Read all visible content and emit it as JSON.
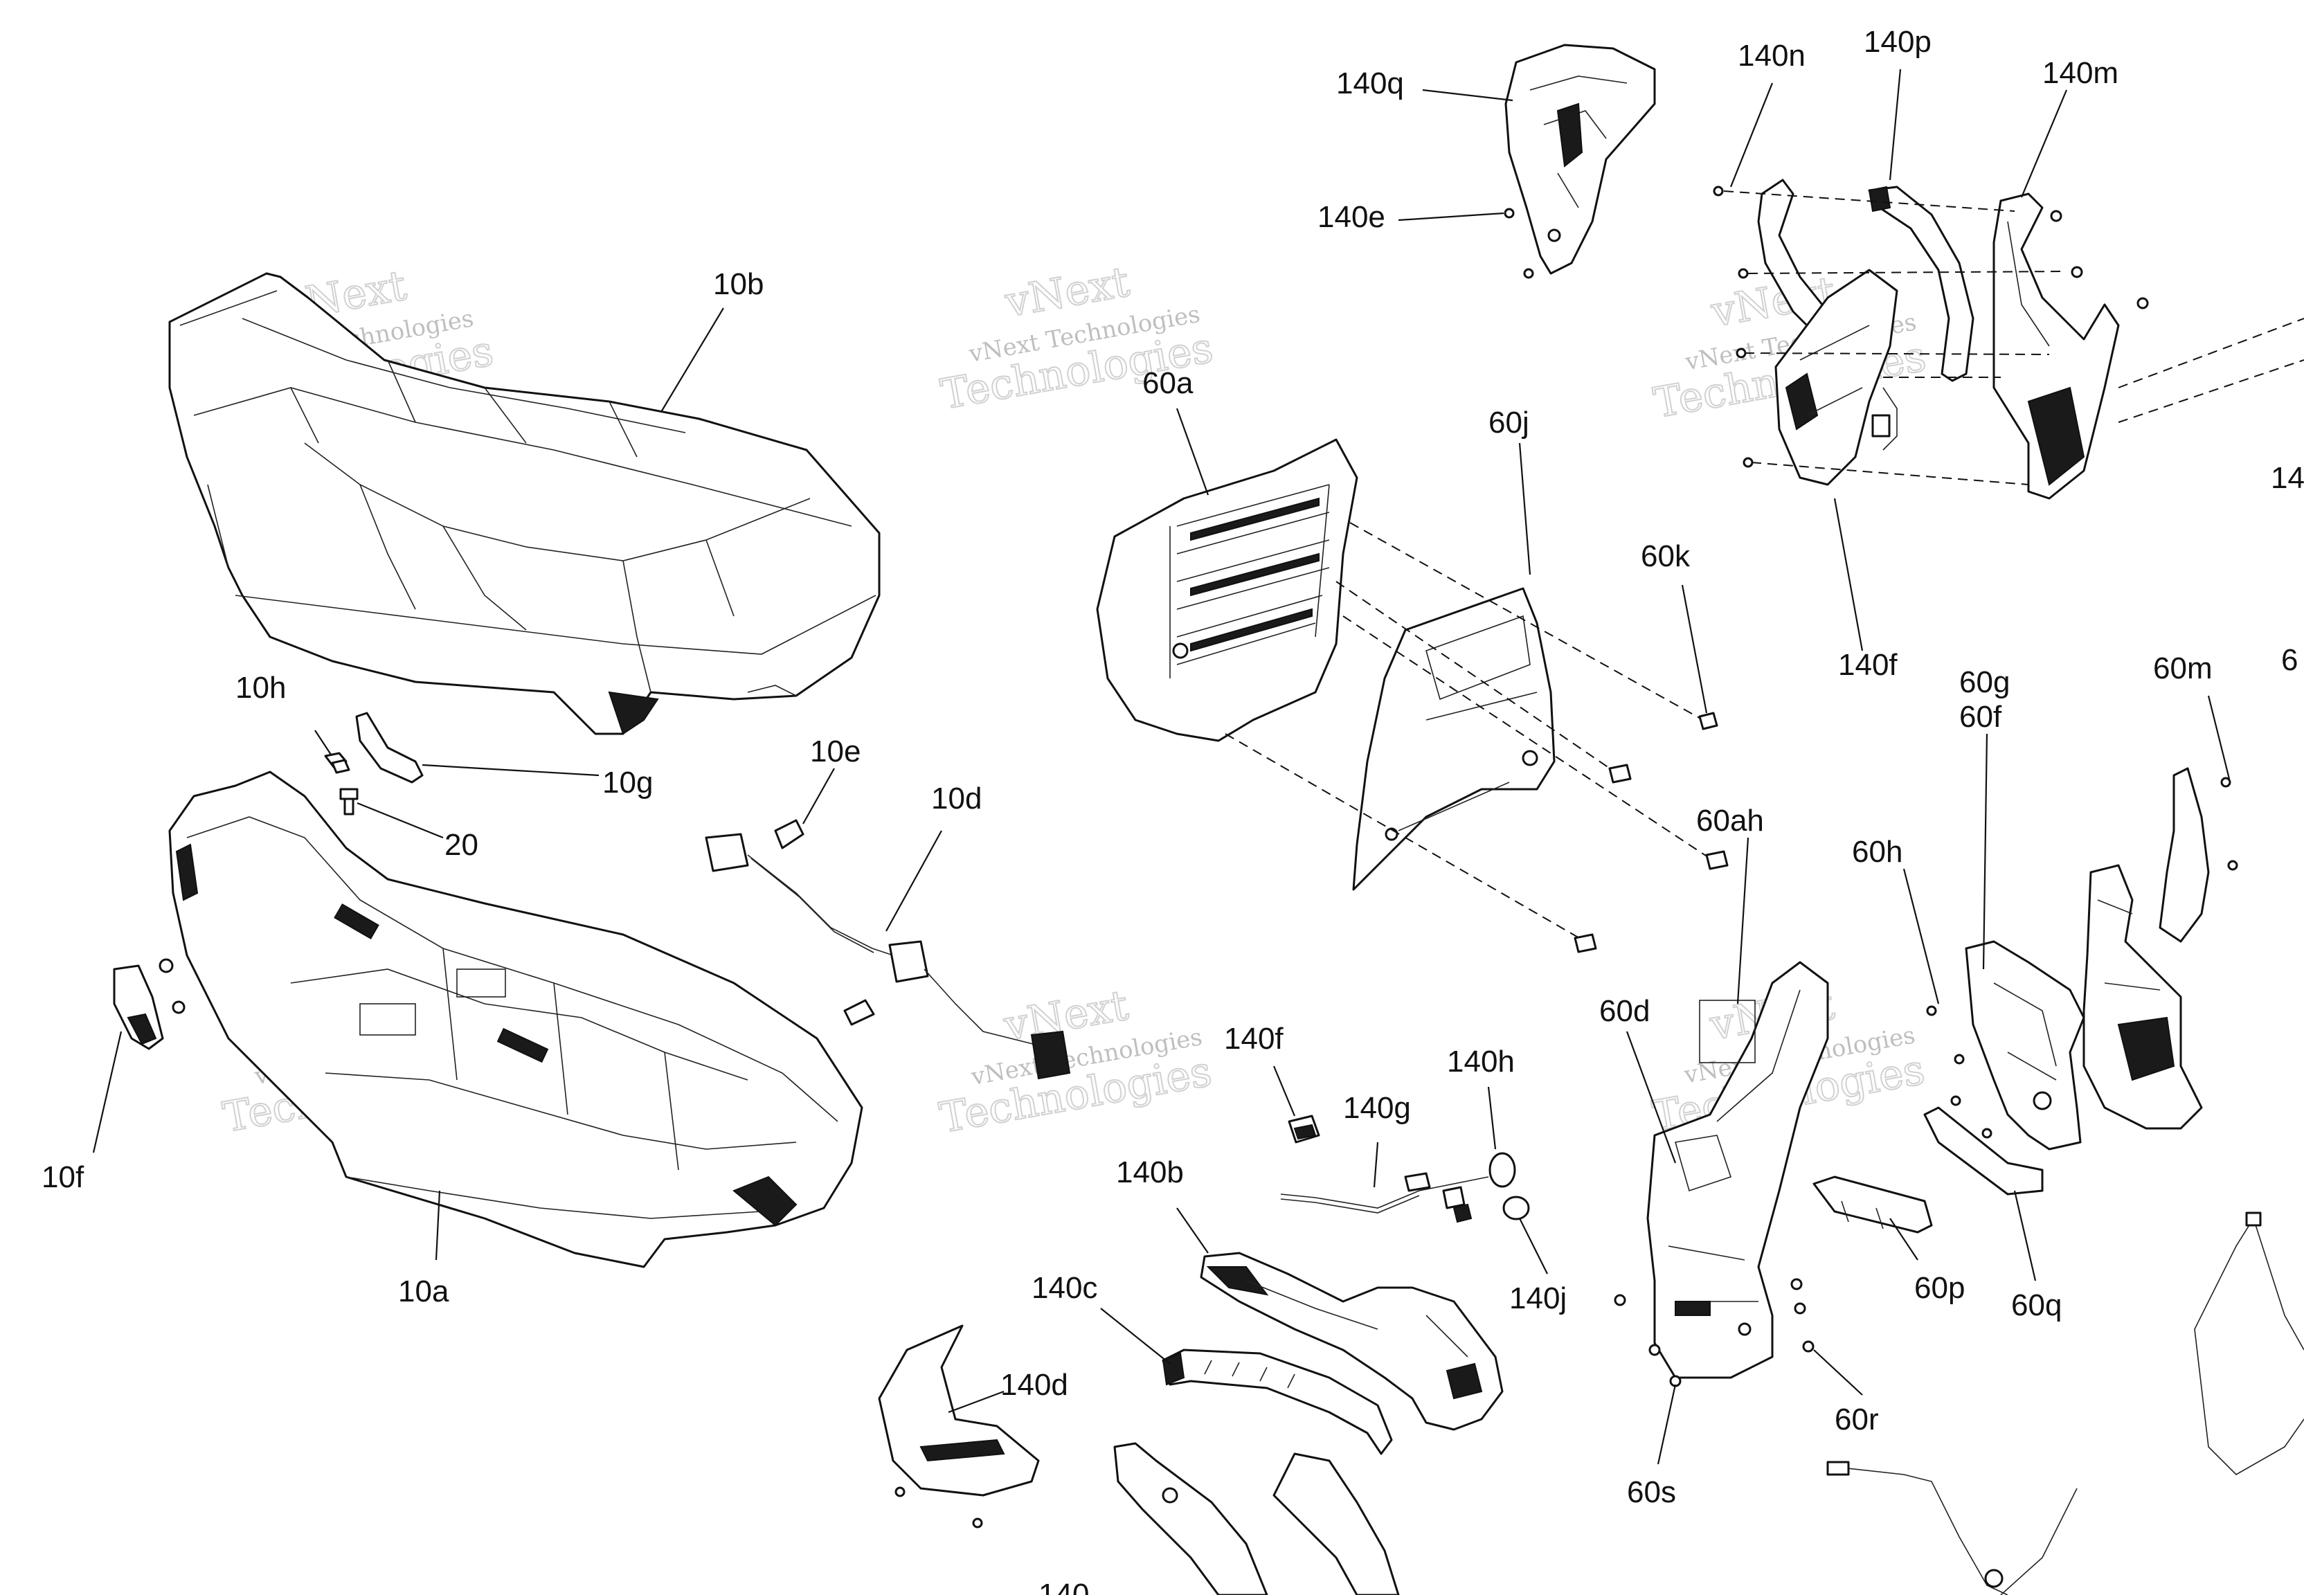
{
  "watermark": {
    "top_text": "vNext",
    "middle_text": "vNext Technologies",
    "bottom_text": "Technologies"
  },
  "callouts": {
    "c10a": "10a",
    "c10b": "10b",
    "c10d": "10d",
    "c10e": "10e",
    "c10f": "10f",
    "c10g": "10g",
    "c10h": "10h",
    "c20": "20",
    "c60a": "60a",
    "c60j": "60j",
    "c60k": "60k",
    "c60ah": "60ah",
    "c60d": "60d",
    "c60h": "60h",
    "c60g": "60g",
    "c60f": "60f",
    "c60m": "60m",
    "c60p": "60p",
    "c60q": "60q",
    "c60r": "60r",
    "c60s": "60s",
    "c140q": "140q",
    "c140e": "140e",
    "c140n": "140n",
    "c140p": "140p",
    "c140m": "140m",
    "c140f_top": "140f",
    "c140f_mid": "140f",
    "c140g": "140g",
    "c140h": "140h",
    "c140j": "140j",
    "c140b": "140b",
    "c140c": "140c",
    "c140d": "140d",
    "c14_partial": "14",
    "c6_partial": "6",
    "c140_bottom_partial": "140"
  }
}
